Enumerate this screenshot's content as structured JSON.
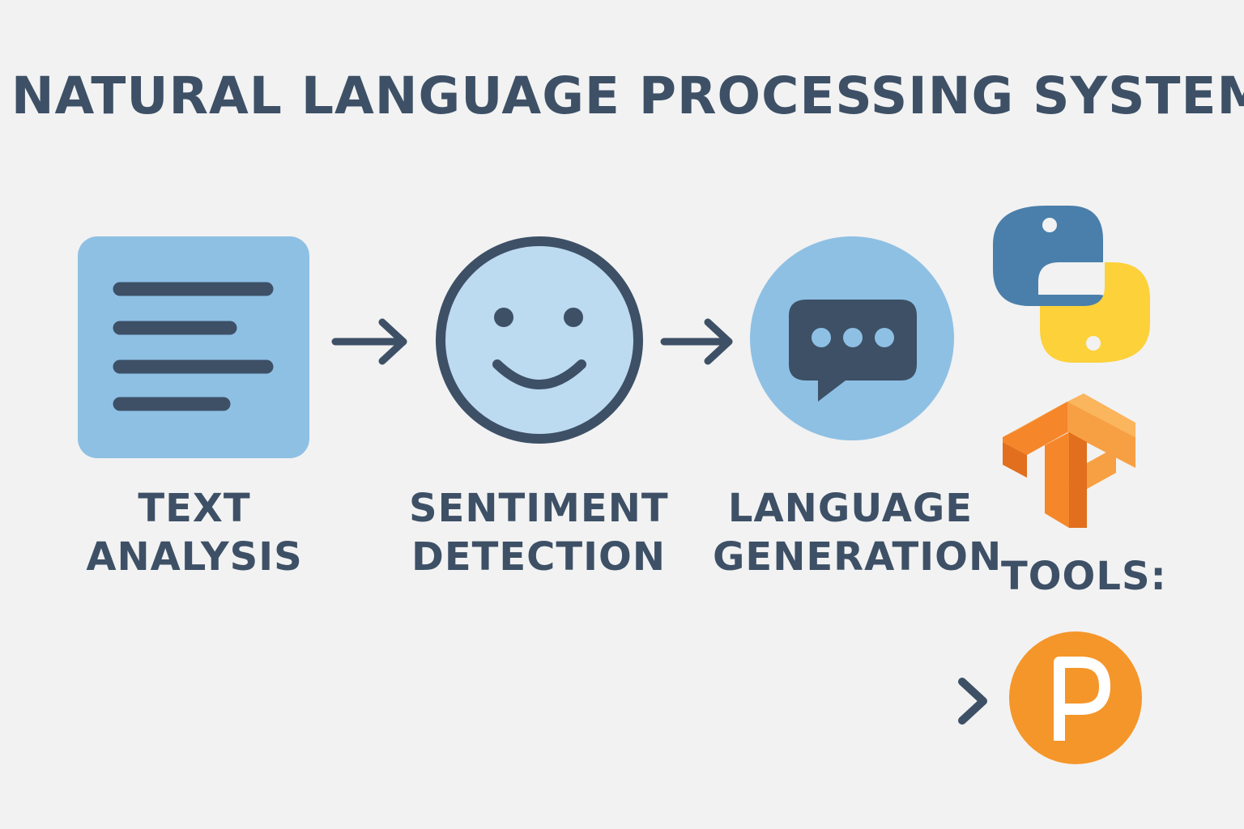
{
  "title": "NATURAL LANGUAGE PROCESSING SYSTEM",
  "steps": [
    {
      "line1": "TEXT",
      "line2": "ANALYSIS",
      "icon": "document-icon"
    },
    {
      "line1": "SENTIMENT",
      "line2": "DETECTION",
      "icon": "smiley-face-icon"
    },
    {
      "line1": "LANGUAGE",
      "line2": "GENERATION",
      "icon": "speech-bubble-icon"
    }
  ],
  "tools": {
    "label": "TOOLS:",
    "icons": [
      "python-logo-icon",
      "tensorflow-logo-icon",
      "pytorch-style-p-logo-icon"
    ]
  },
  "colors": {
    "background": "#f2f2f2",
    "ink": "#3d5066",
    "light_blue": "#8ec0e4",
    "pale_blue": "#bcdaf0",
    "python_blue": "#4a7fab",
    "python_yellow": "#fcd13a",
    "tensorflow_orange": "#f5862a",
    "p_logo_orange": "#f5962a"
  }
}
